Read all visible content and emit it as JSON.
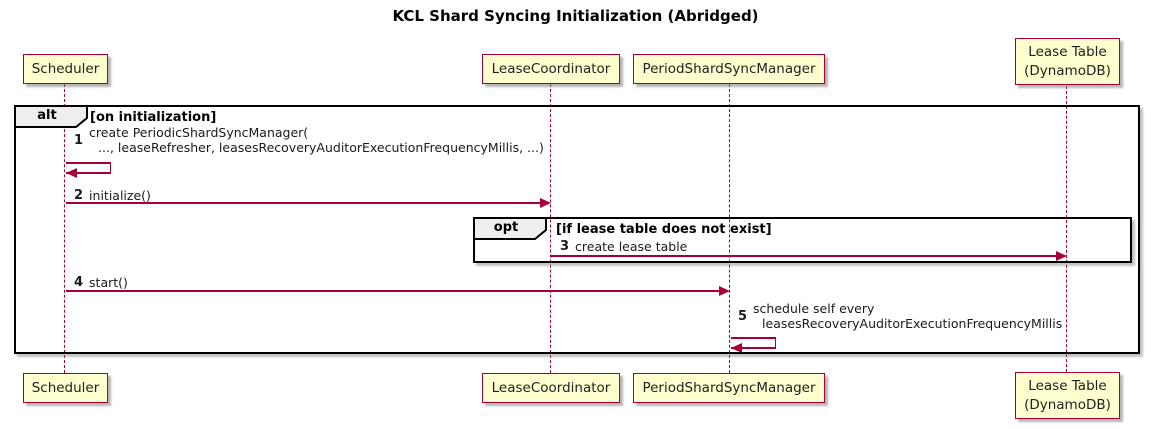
{
  "title": "KCL Shard Syncing Initialization (Abridged)",
  "colors": {
    "participant_fill": "#FEFECE",
    "participant_border": "#A80036",
    "arrow": "#A80036",
    "lifeline": "#A80036",
    "frame_border": "#000000",
    "frame_label_fill": "#EEEEEE",
    "background": "#FFFFFF"
  },
  "participants": [
    {
      "label": "Scheduler"
    },
    {
      "label": "LeaseCoordinator"
    },
    {
      "label": "PeriodShardSyncManager"
    },
    {
      "label_line1": "Lease Table",
      "label_line2": "(DynamoDB)"
    }
  ],
  "frames": {
    "alt": {
      "operator": "alt",
      "guard": "[on initialization]"
    },
    "opt": {
      "operator": "opt",
      "guard": "[if lease table does not exist]"
    }
  },
  "messages": [
    {
      "num": "1",
      "line1": "create PeriodicShardSyncManager(",
      "line2": "..., leaseRefresher, leasesRecoveryAuditorExecutionFrequencyMillis, ...)"
    },
    {
      "num": "2",
      "text": "initialize()"
    },
    {
      "num": "3",
      "text": "create lease table"
    },
    {
      "num": "4",
      "text": "start()"
    },
    {
      "num": "5",
      "line1": "schedule self every",
      "line2": "leasesRecoveryAuditorExecutionFrequencyMillis"
    }
  ]
}
